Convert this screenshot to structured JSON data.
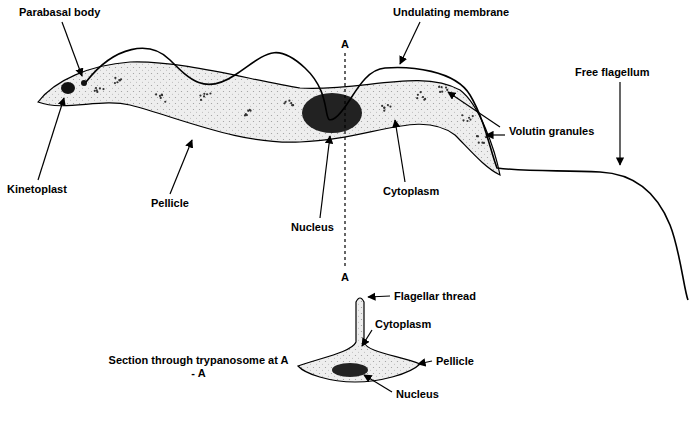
{
  "diagram": {
    "labels": [
      "Parabasal body",
      "Undulating membrane",
      "A",
      "Free flagellum",
      "Kinetoplast",
      "Pellicle",
      "Nucleus",
      "Cytoplasm",
      "Volutin granules",
      "A",
      "Flagellar thread",
      "Section through trypanosome at A - A",
      "Cytoplasm",
      "Pellicle",
      "Nucleus"
    ]
  }
}
